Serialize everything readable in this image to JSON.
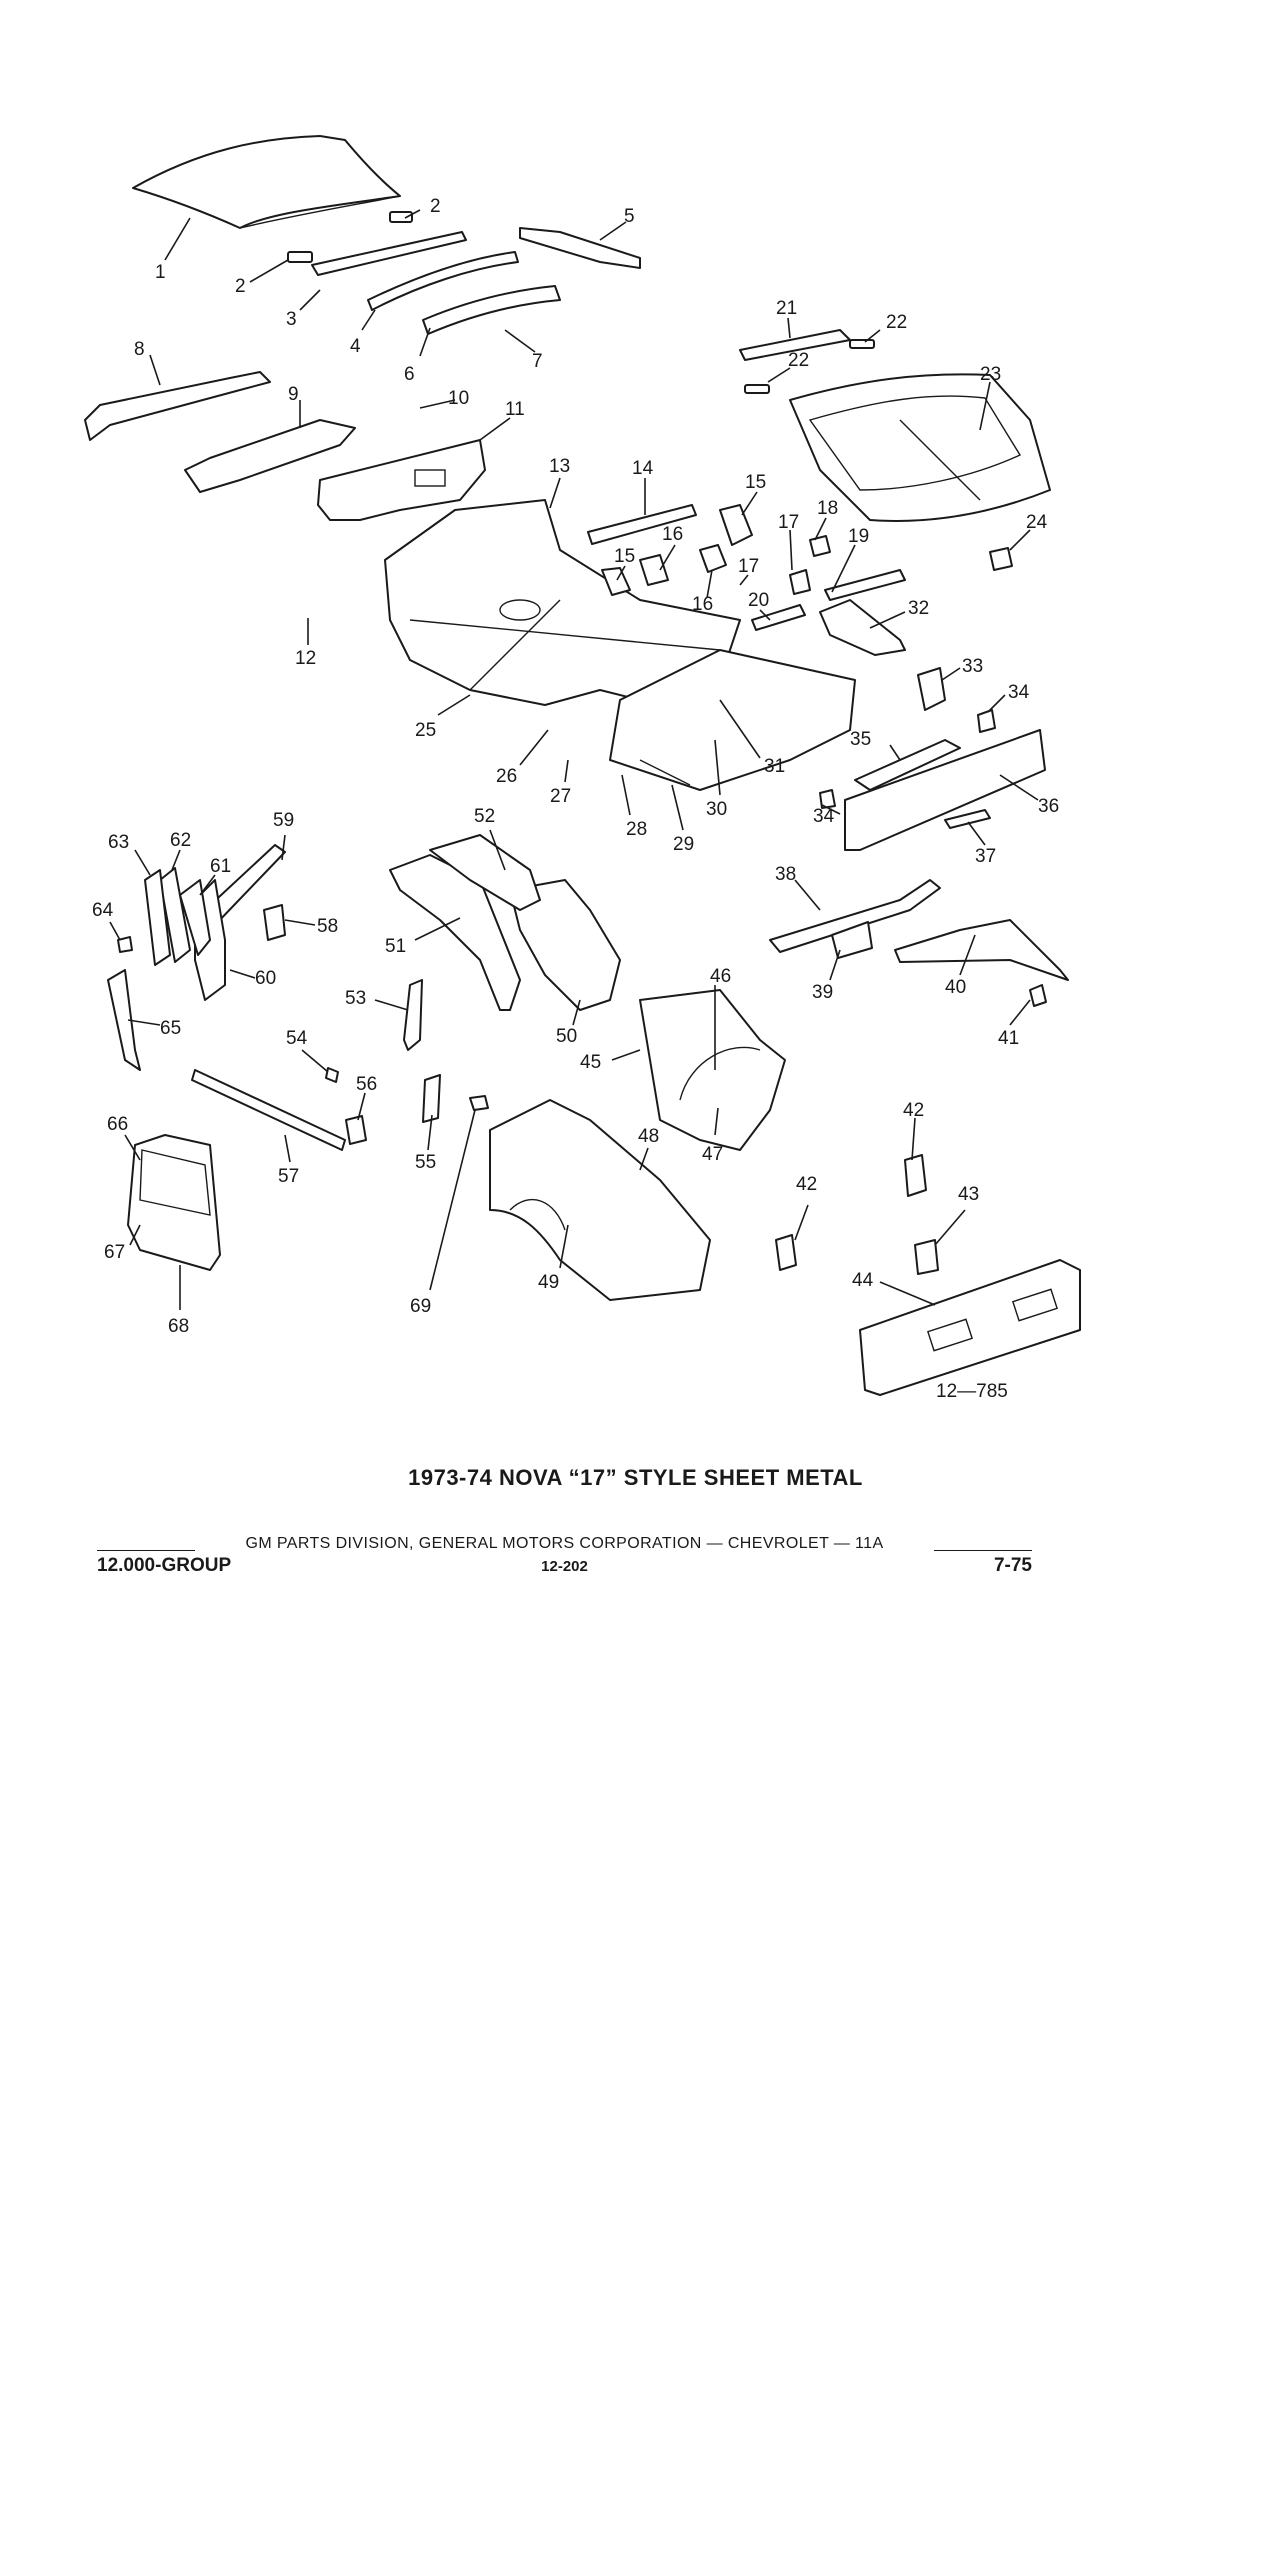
{
  "figure_ref": "12—785",
  "caption": "1973-74 NOVA “17” STYLE SHEET METAL",
  "footer": {
    "corporation": "GM PARTS DIVISION, GENERAL MOTORS CORPORATION — CHEVROLET — 11A",
    "group": "12.000-GROUP",
    "page": "12-202",
    "date": "7-75"
  },
  "callouts": [
    "1",
    "2",
    "2",
    "3",
    "4",
    "5",
    "6",
    "7",
    "8",
    "9",
    "10",
    "11",
    "12",
    "13",
    "14",
    "15",
    "15",
    "16",
    "16",
    "17",
    "17",
    "18",
    "19",
    "20",
    "21",
    "22",
    "22",
    "23",
    "24",
    "25",
    "26",
    "27",
    "28",
    "29",
    "30",
    "31",
    "32",
    "33",
    "34",
    "34",
    "35",
    "36",
    "37",
    "38",
    "39",
    "40",
    "41",
    "42",
    "42",
    "43",
    "44",
    "45",
    "46",
    "47",
    "48",
    "49",
    "50",
    "51",
    "52",
    "53",
    "54",
    "55",
    "56",
    "57",
    "58",
    "59",
    "60",
    "61",
    "62",
    "63",
    "64",
    "65",
    "66",
    "67",
    "68",
    "69"
  ]
}
